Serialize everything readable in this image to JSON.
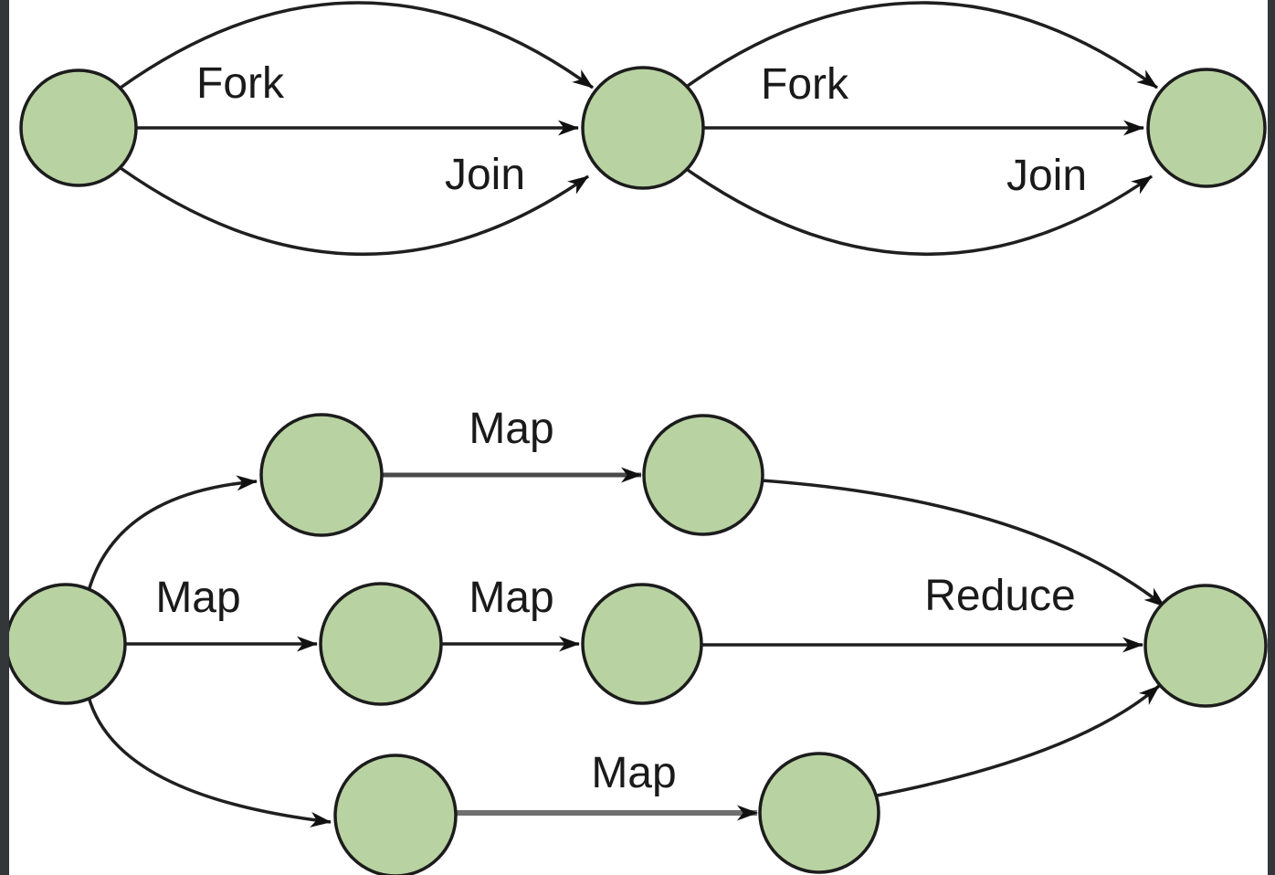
{
  "colors": {
    "canvas": "#ffffff",
    "frame": "#34373a",
    "node_fill": "#b8d2a2",
    "node_stroke": "#1c1c1c",
    "edge": "#1f1f1f",
    "edge_gray": "#6f6f6f",
    "label": "#1a1a1a"
  },
  "fork_join_graph": {
    "node_count": 3,
    "labels": {
      "fork_1": "Fork",
      "join_1": "Join",
      "fork_2": "Fork",
      "join_2": "Join"
    }
  },
  "map_reduce_graph": {
    "node_count": 8,
    "labels": {
      "map_top": "Map",
      "map_mid_1": "Map",
      "map_mid_2": "Map",
      "reduce": "Reduce",
      "map_bottom": "Map"
    }
  }
}
